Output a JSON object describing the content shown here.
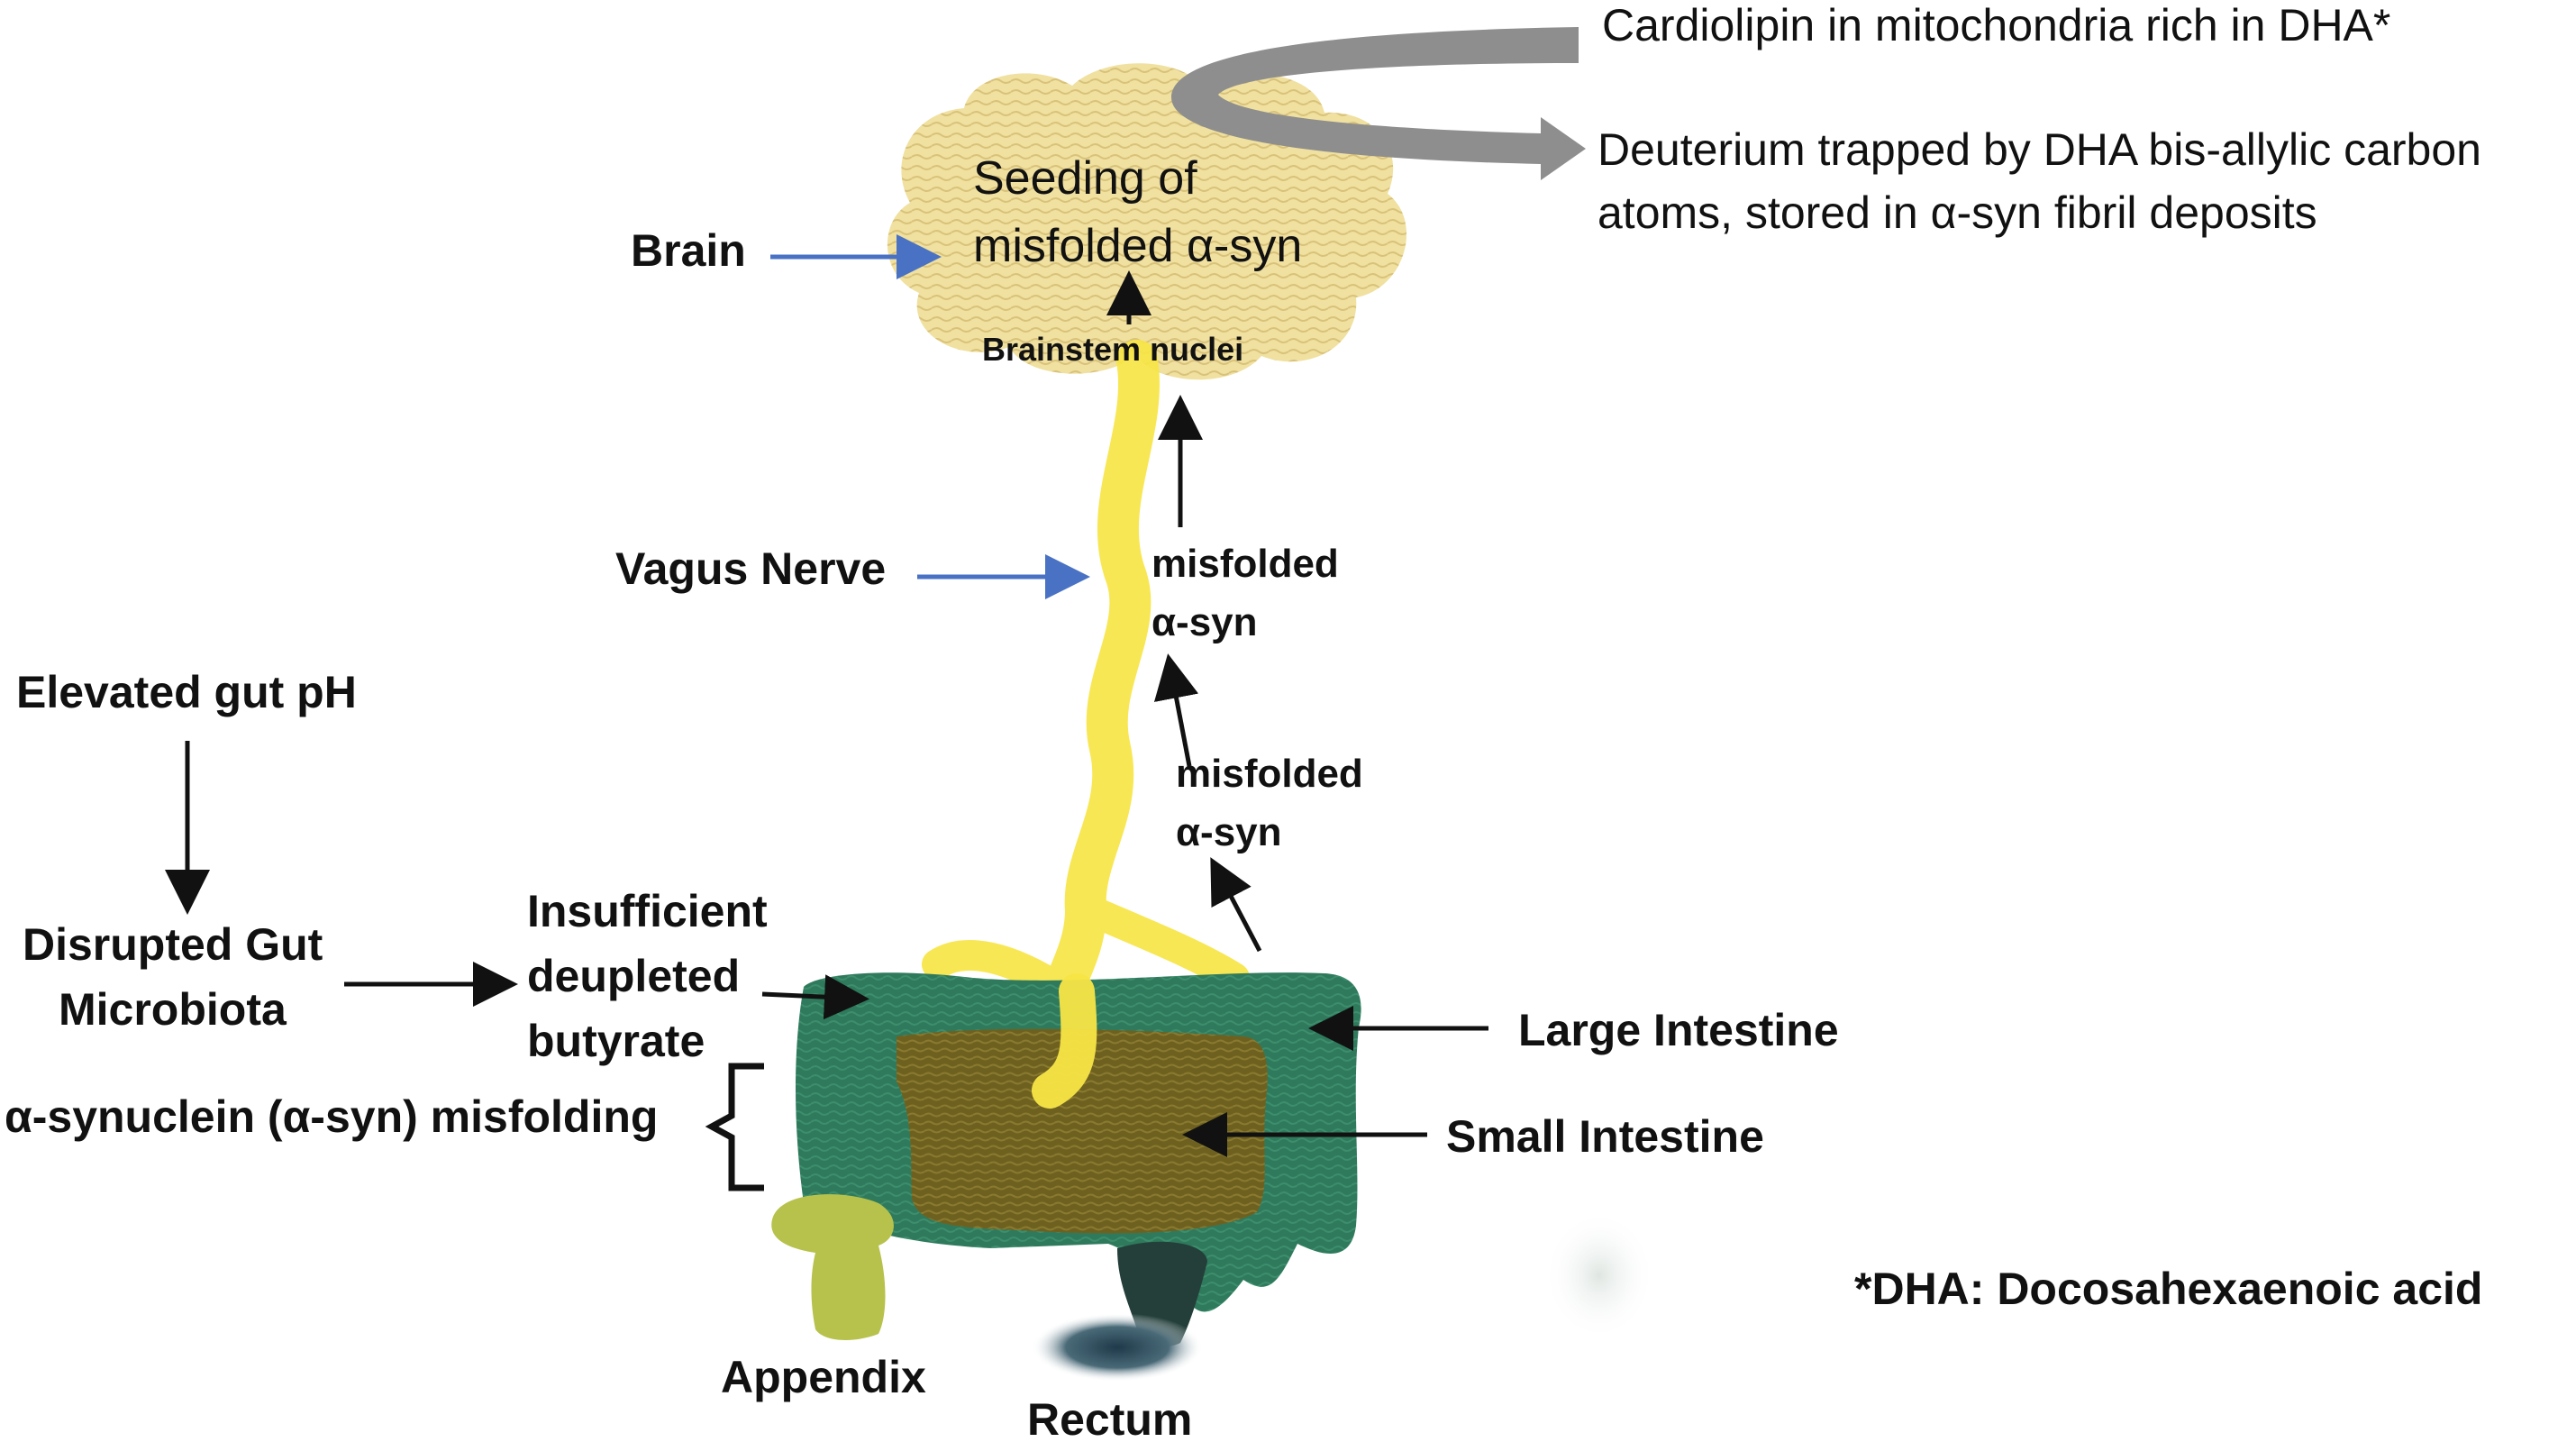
{
  "labels": {
    "cardiolipin": "Cardiolipin in mitochondria rich in DHA*",
    "deuterium_line1": "Deuterium trapped by DHA bis-allylic carbon",
    "deuterium_line2": "atoms, stored in α-syn fibril deposits",
    "seeding_line1": "Seeding of",
    "seeding_line2": "misfolded α-syn",
    "brain": "Brain",
    "brainstem": "Brainstem nuclei",
    "vagus": "Vagus Nerve",
    "misfolded_upper_1": "misfolded",
    "misfolded_upper_2": "α-syn",
    "misfolded_lower_1": "misfolded",
    "misfolded_lower_2": "α-syn",
    "elevated_ph": "Elevated gut pH",
    "disrupted_1": "Disrupted Gut",
    "disrupted_2": "Microbiota",
    "butyrate_1": "Insufficient",
    "butyrate_2": "deupleted",
    "butyrate_3": "butyrate",
    "misfolding": "α-synuclein (α-syn) misfolding",
    "large_intestine": "Large Intestine",
    "small_intestine": "Small Intestine",
    "dha_footnote": "*DHA: Docosahexaenoic acid",
    "appendix": "Appendix",
    "rectum": "Rectum"
  },
  "colors": {
    "brain_fill": "#f0e1a0",
    "nerve_yellow": "#f7e546",
    "large_intestine": "#2f7a5c",
    "small_intestine": "#6e6120",
    "appendix": "#b7c24c",
    "rectum": "#243f3a",
    "blue_arrow": "#4a72c4",
    "gray_arrow": "#8e8e8e",
    "text": "#111111"
  }
}
